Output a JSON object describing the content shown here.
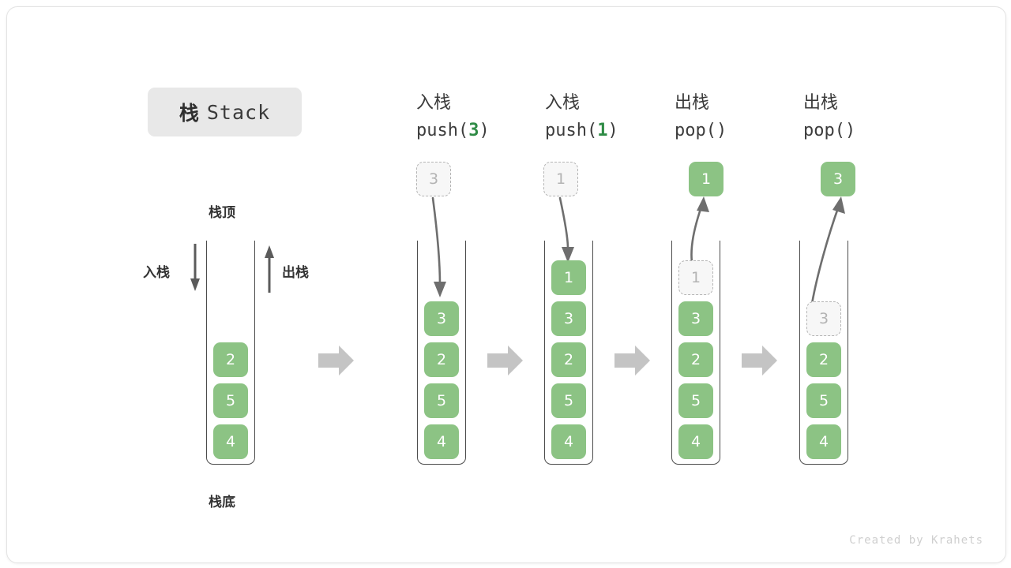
{
  "title": {
    "cjk": "栈",
    "latin": "Stack"
  },
  "labels": {
    "top": "栈顶",
    "bottom": "栈底",
    "push": "入栈",
    "pop": "出栈"
  },
  "colors": {
    "cell_fill": "#8cc384",
    "cell_text": "#ffffff",
    "ghost_fill": "#f7f7f7",
    "ghost_border": "#b5b5b5",
    "ghost_text": "#b3b3b3",
    "accent_green": "#2e8b45",
    "container_line": "#4c4c4c",
    "arrow_gray": "#c4c4c4",
    "curve_arrow": "#6e6e6e",
    "badge_bg": "#e8e8e8",
    "text_dark": "#333333"
  },
  "columns": [
    {
      "id": "initial",
      "op_cjk": "",
      "op_code_prefix": "",
      "op_code_num": "",
      "op_code_suffix": "",
      "ghost_above": null,
      "popped": null,
      "cells": [
        "2",
        "5",
        "4"
      ],
      "ghost_in_stack": null
    },
    {
      "id": "push-3",
      "op_cjk": "入栈",
      "op_code_prefix": "push(",
      "op_code_num": "3",
      "op_code_suffix": ")",
      "ghost_above": "3",
      "popped": null,
      "cells": [
        "3",
        "2",
        "5",
        "4"
      ],
      "ghost_in_stack": null
    },
    {
      "id": "push-1",
      "op_cjk": "入栈",
      "op_code_prefix": "push(",
      "op_code_num": "1",
      "op_code_suffix": ")",
      "ghost_above": "1",
      "popped": null,
      "cells": [
        "1",
        "3",
        "2",
        "5",
        "4"
      ],
      "ghost_in_stack": null
    },
    {
      "id": "pop-1",
      "op_cjk": "出栈",
      "op_code_prefix": "pop(",
      "op_code_num": "",
      "op_code_suffix": ")",
      "ghost_above": null,
      "popped": "1",
      "cells": [
        "3",
        "2",
        "5",
        "4"
      ],
      "ghost_in_stack": "1"
    },
    {
      "id": "pop-3",
      "op_cjk": "出栈",
      "op_code_prefix": "pop(",
      "op_code_num": "",
      "op_code_suffix": ")",
      "ghost_above": null,
      "popped": "3",
      "cells": [
        "2",
        "5",
        "4"
      ],
      "ghost_in_stack": "3"
    }
  ],
  "footer": "Created by Krahets"
}
